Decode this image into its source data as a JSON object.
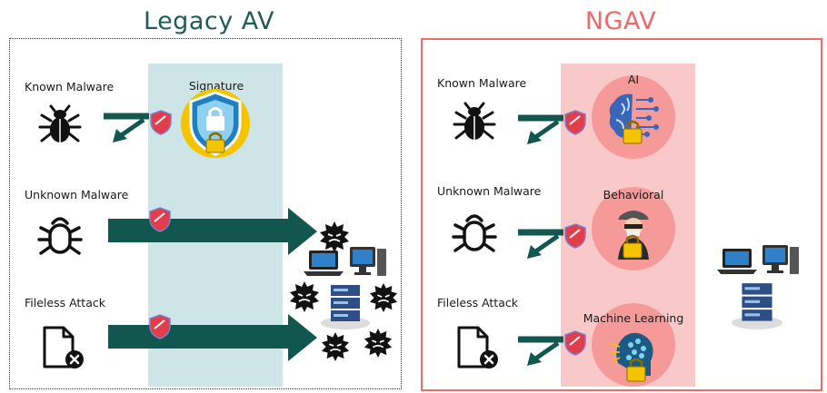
{
  "legacy": {
    "title": "Legacy AV",
    "layer_label": "Signature",
    "rows": [
      {
        "label": "Known Malware",
        "outcome": "blocked"
      },
      {
        "label": "Unknown Malware",
        "outcome": "passed"
      },
      {
        "label": "Fileless Attack",
        "outcome": "passed"
      }
    ]
  },
  "ngav": {
    "title": "NGAV",
    "rows": [
      {
        "label": "Known Malware",
        "layer": "AI",
        "outcome": "blocked"
      },
      {
        "label": "Unknown Malware",
        "layer": "Behavioral",
        "outcome": "blocked"
      },
      {
        "label": "Fileless Attack",
        "layer": "Machine Learning",
        "outcome": "blocked"
      }
    ]
  },
  "colors": {
    "legacy_title": "#1e5c57",
    "ngav_title": "#ee6a6a",
    "legacy_band": "#cde5e6",
    "ngav_band": "#f9c9c9",
    "arrow": "#12574f",
    "disc": "#f59a98",
    "shield": "#e23d4a",
    "lock": "#f5c400"
  }
}
